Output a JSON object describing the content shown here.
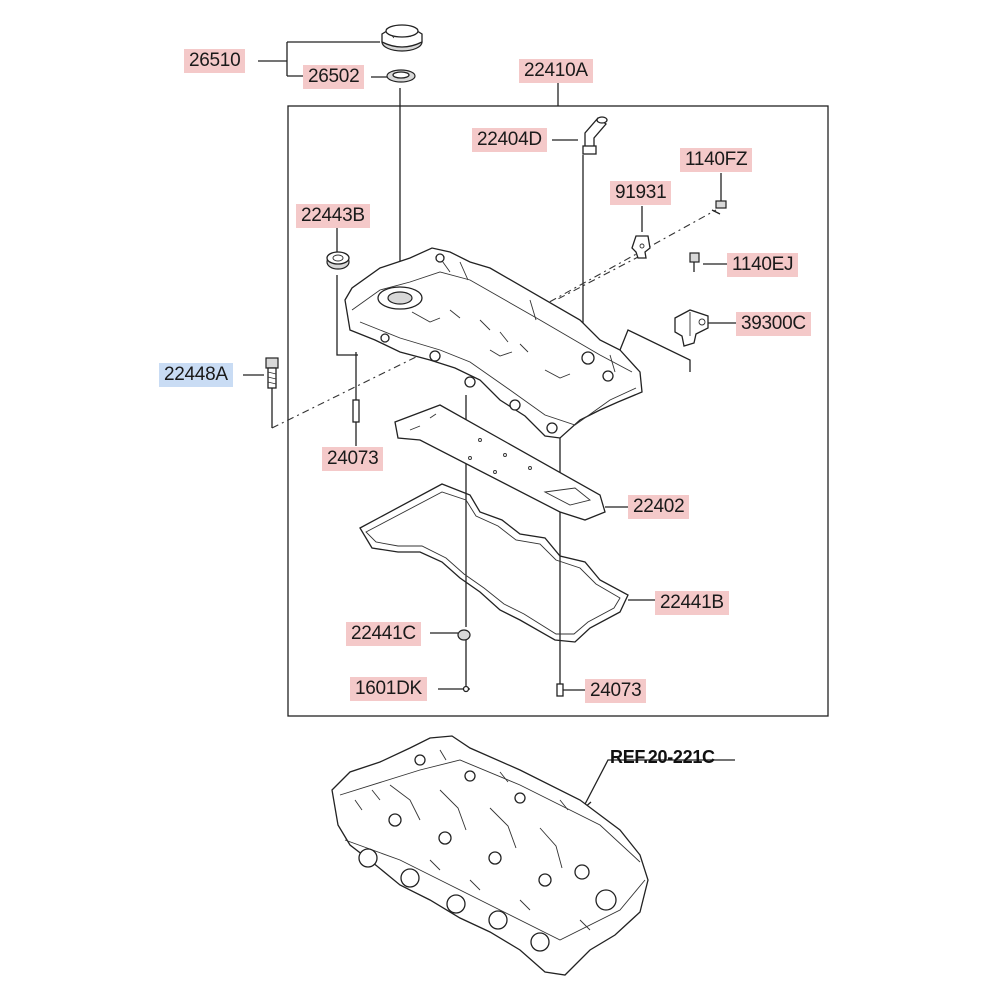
{
  "colors": {
    "label_highlight": "#f4c9c9",
    "label_selected": "#c9dcf4",
    "line": "#222222"
  },
  "labels": {
    "p26510": "26510",
    "p26502": "26502",
    "p22410A": "22410A",
    "p22404D": "22404D",
    "p1140FZ": "1140FZ",
    "p91931": "91931",
    "p22443B": "22443B",
    "p1140EJ": "1140EJ",
    "p39300C": "39300C",
    "p22448A": "22448A",
    "p24073_top": "24073",
    "p22402": "22402",
    "p22441B": "22441B",
    "p22441C": "22441C",
    "p1601DK": "1601DK",
    "p24073_bottom": "24073"
  },
  "selected_part": "22448A",
  "reference": {
    "text": "REF.20-221C"
  }
}
